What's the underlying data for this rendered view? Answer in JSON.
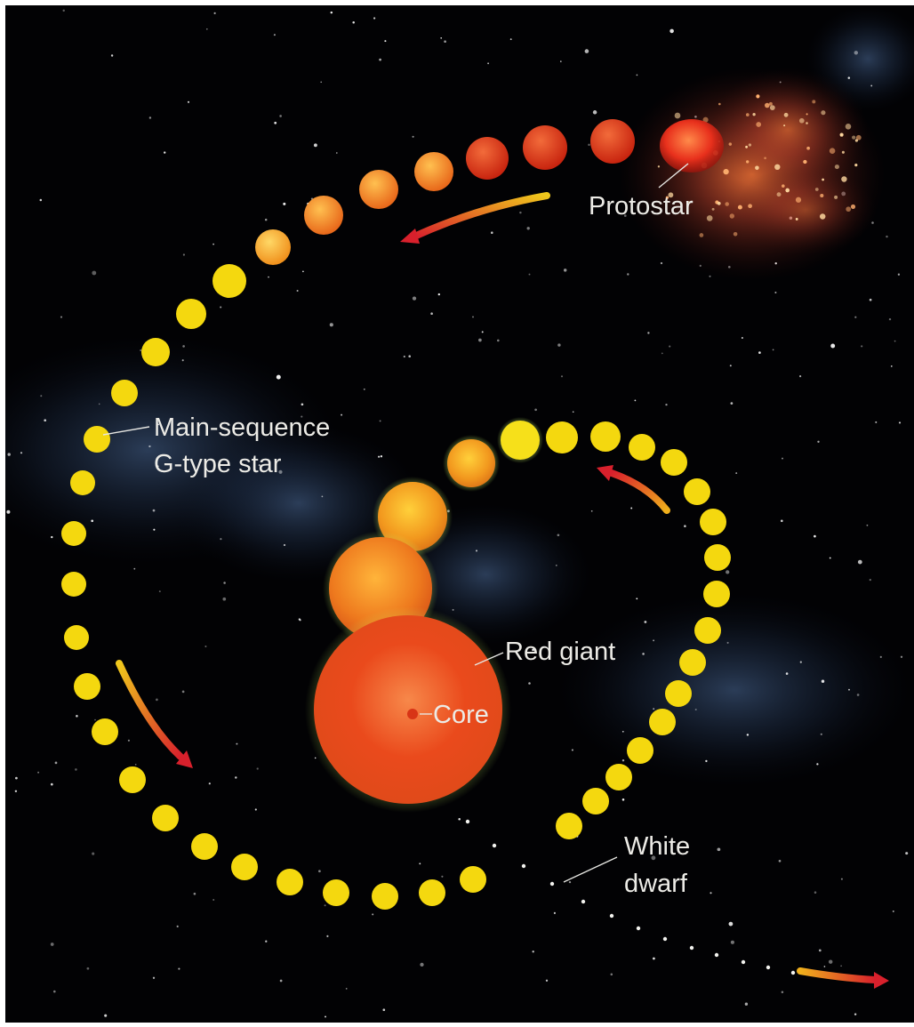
{
  "labels": {
    "protostar": "Protostar",
    "main_sequence_line1": "Main-sequence",
    "main_sequence_line2": "G-type star",
    "red_giant": "Red giant",
    "core": "Core",
    "white_dwarf_line1": "White",
    "white_dwarf_line2": "dwarf"
  },
  "colors": {
    "background": "#020204",
    "main_sequence_star": "#f4d80f",
    "protostar_red": "#e0301a",
    "red_giant_orange": "#e85a1c",
    "label_text": "#ecebe6",
    "nebula_blue": "#3c5a86",
    "arrow_start": "#f0c81c",
    "arrow_end": "#d8202c"
  }
}
